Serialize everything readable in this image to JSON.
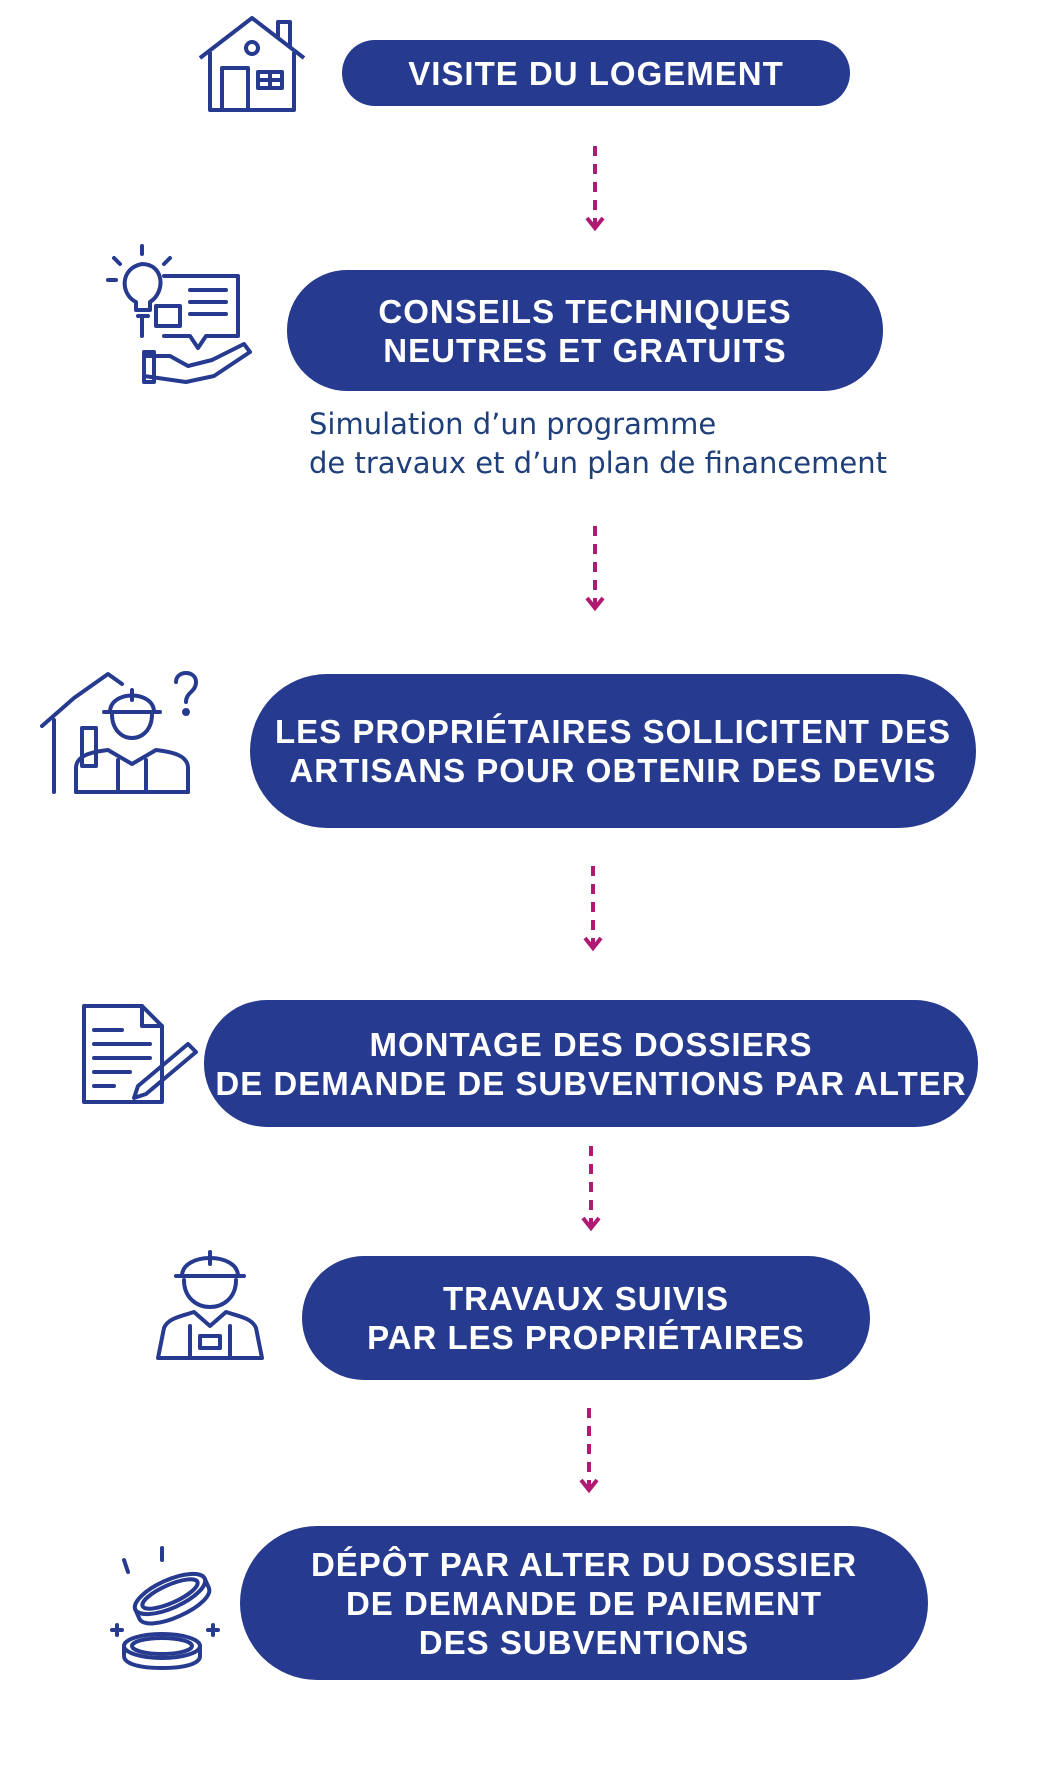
{
  "colors": {
    "pill": "#263a8f",
    "icon": "#263a8f",
    "arrow": "#b01a73",
    "subtext": "#1e3f79"
  },
  "steps": [
    {
      "icon": "house-icon",
      "lines": [
        "VISITE DU LOGEMENT"
      ]
    },
    {
      "icon": "advice-icon",
      "lines": [
        "CONSEILS TECHNIQUES",
        "NEUTRES ET GRATUITS"
      ],
      "note": [
        "Simulation d’un programme",
        "de travaux et d’un plan de financement"
      ]
    },
    {
      "icon": "worker-house-question-icon",
      "lines": [
        "LES PROPRIÉTAIRES SOLLICITENT DES",
        "ARTISANS POUR OBTENIR DES DEVIS"
      ]
    },
    {
      "icon": "document-pen-icon",
      "lines": [
        "MONTAGE DES DOSSIERS",
        "DE DEMANDE DE SUBVENTIONS PAR ALTER"
      ]
    },
    {
      "icon": "worker-icon",
      "lines": [
        "TRAVAUX SUIVIS",
        "PAR LES PROPRIÉTAIRES"
      ]
    },
    {
      "icon": "coins-icon",
      "lines": [
        "DÉPÔT PAR ALTER DU DOSSIER",
        "DE DEMANDE DE PAIEMENT",
        "DES SUBVENTIONS"
      ]
    }
  ]
}
